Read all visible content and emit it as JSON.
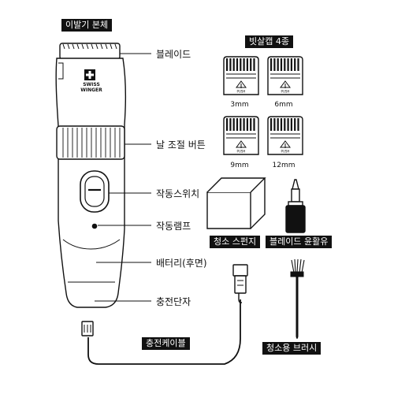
{
  "title_tags": {
    "body": "이발기 본체",
    "guard_caps": "빗살캡 4종"
  },
  "brand": {
    "line1": "SWISS",
    "line2": "WINGER"
  },
  "callouts": {
    "blade": "블레이드",
    "adjust_button": "날 조절 버튼",
    "power_switch": "작동스위치",
    "lamp": "작동램프",
    "battery": "배터리(후면)",
    "charge_port": "충전단자"
  },
  "guard_sizes": [
    "3mm",
    "6mm",
    "9mm",
    "12mm"
  ],
  "guard_push_text": "PUSH",
  "accessories": {
    "sponge": "청소 스펀지",
    "blade_oil": "블레이드 윤활유",
    "cable": "충전케이블",
    "brush": "청소용 브러시"
  }
}
